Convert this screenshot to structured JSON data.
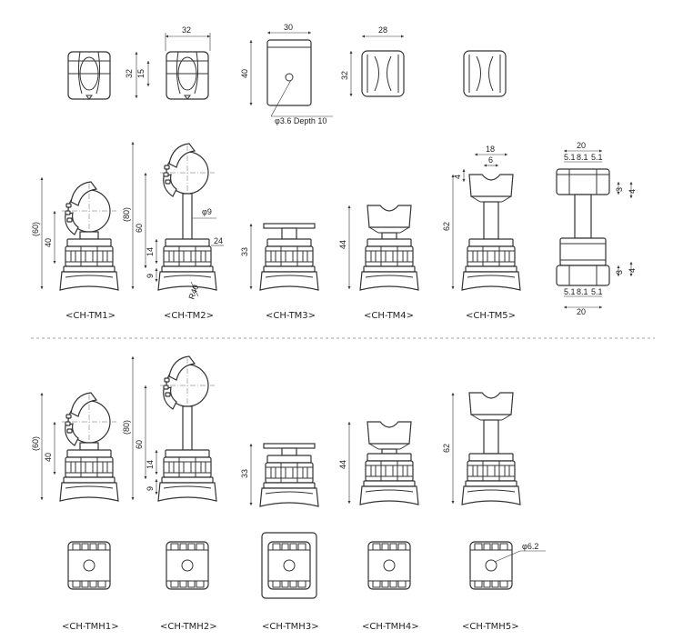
{
  "dimensions": {
    "d32": "32",
    "d15": "15",
    "d30": "30",
    "d40": "40",
    "d28": "28",
    "hole": "φ3.6 Depth 10",
    "d60p": "(60)",
    "d80p": "(80)",
    "d60": "60",
    "d14": "14",
    "d9": "9",
    "d24": "24",
    "phi9": "φ9",
    "r40": "R40",
    "d33": "33",
    "d44": "44",
    "d62": "62",
    "d18": "18",
    "d6": "6",
    "d4": "4",
    "d20": "20",
    "d3": "3",
    "d51": "5.1",
    "d81": "8.1",
    "phi62": "φ6.2"
  },
  "labels": {
    "tm1": "<CH-TM1>",
    "tm2": "<CH-TM2>",
    "tm3": "<CH-TM3>",
    "tm4": "<CH-TM4>",
    "tm5": "<CH-TM5>",
    "tmh1": "<CH-TMH1>",
    "tmh2": "<CH-TMH2>",
    "tmh3": "<CH-TMH3>",
    "tmh4": "<CH-TMH4>",
    "tmh5": "<CH-TMH5>"
  }
}
